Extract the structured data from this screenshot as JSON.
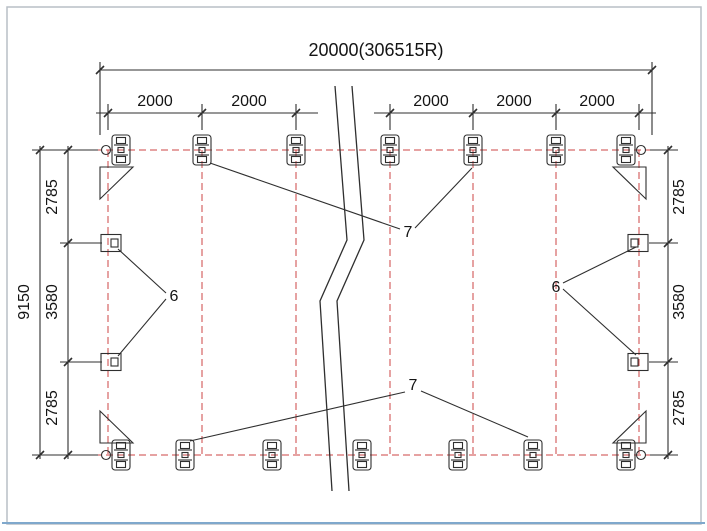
{
  "drawing": {
    "overall_width_label": "20000(306515R)",
    "bay_labels": [
      "2000",
      "2000",
      "2000",
      "2000",
      "2000"
    ],
    "left_chain": [
      "2785",
      "3580",
      "2785"
    ],
    "left_overall": "9150",
    "right_chain": [
      "2785",
      "3580",
      "2785"
    ],
    "callouts": {
      "top_clamps": "7",
      "bottom_clamps": "7",
      "left_brackets": "6",
      "right_brackets": "6"
    },
    "colors": {
      "line": "#2f2f2f",
      "centerline_red": "#cc4444",
      "frame": "#b9bfc6",
      "frame_bottom": "#7fa8cc"
    }
  }
}
